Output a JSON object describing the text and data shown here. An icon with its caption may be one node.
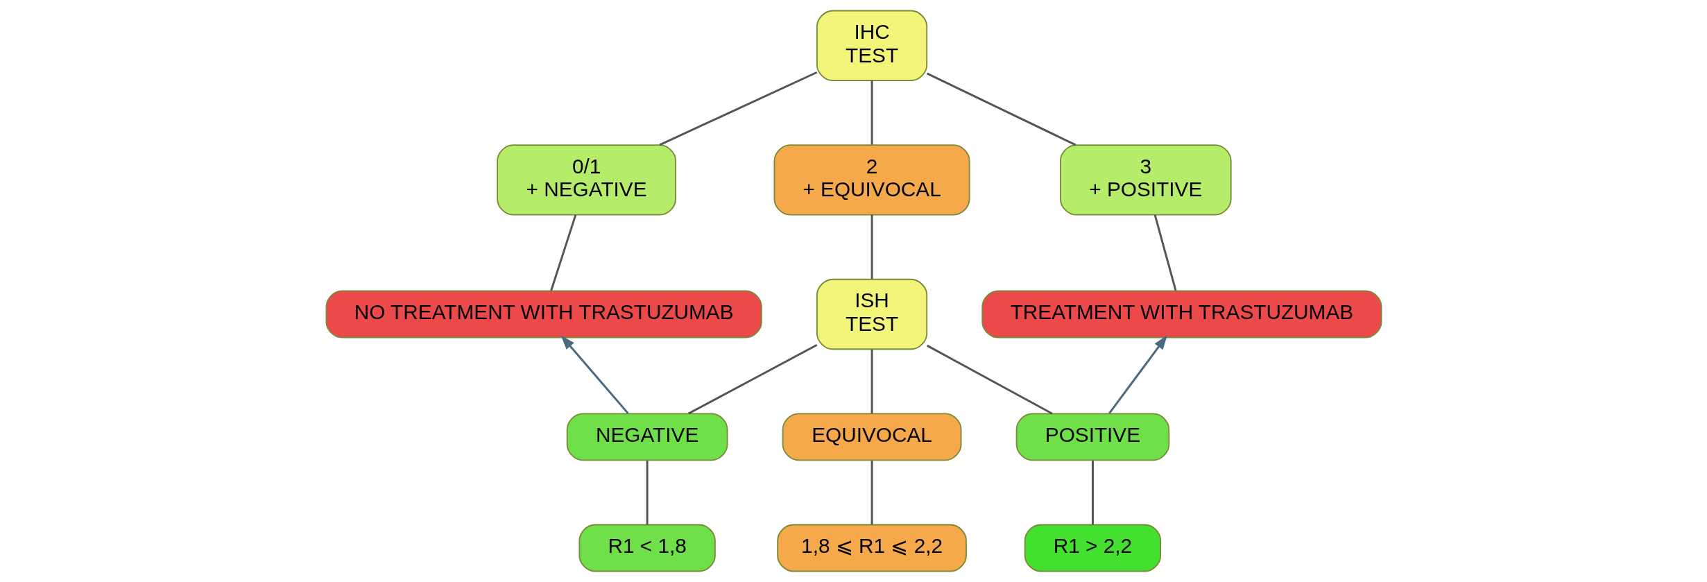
{
  "diagram": {
    "nodes": [
      {
        "text": [
          "IHC TEST"
        ]
      },
      {
        "text": [
          "0/1 + NEGATIVE"
        ]
      },
      {
        "text": [
          "2 + EQUIVOCAL"
        ]
      },
      {
        "text": [
          "3 + POSITIVE"
        ]
      },
      {
        "text": [
          "NO TREATMENT WITH TRASTUZUMAB"
        ]
      },
      {
        "text": [
          "ISH TEST"
        ]
      },
      {
        "text": [
          "TREATMENT WITH TRASTUZUMAB"
        ]
      },
      {
        "text": [
          "NEGATIVE"
        ]
      },
      {
        "text": [
          "EQUIVOCAL"
        ]
      },
      {
        "text": [
          "POSITIVE"
        ]
      },
      {
        "text": [
          "R1 < 1,8"
        ]
      },
      {
        "text": [
          "1,8 ⩽ R1 ⩽ 2,2"
        ]
      },
      {
        "text": [
          "R1 > 2,2"
        ]
      }
    ],
    "edges": [
      {
        "from": 0,
        "to": 1,
        "arrow": "none"
      },
      {
        "from": 0,
        "to": 2,
        "arrow": "none"
      },
      {
        "from": 0,
        "to": 3,
        "arrow": "none"
      },
      {
        "from": 1,
        "to": 4,
        "arrow": "none"
      },
      {
        "from": 2,
        "to": 5,
        "arrow": "none"
      },
      {
        "from": 3,
        "to": 6,
        "arrow": "none"
      },
      {
        "from": 5,
        "to": 7,
        "arrow": "none"
      },
      {
        "from": 5,
        "to": 8,
        "arrow": "none"
      },
      {
        "from": 5,
        "to": 9,
        "arrow": "none"
      },
      {
        "from": 7,
        "to": 4,
        "arrow": "to"
      },
      {
        "from": 9,
        "to": 6,
        "arrow": "to"
      },
      {
        "from": 7,
        "to": 10,
        "arrow": "none"
      },
      {
        "from": 8,
        "to": 11,
        "arrow": "none"
      },
      {
        "from": 9,
        "to": 12,
        "arrow": "none"
      }
    ]
  }
}
